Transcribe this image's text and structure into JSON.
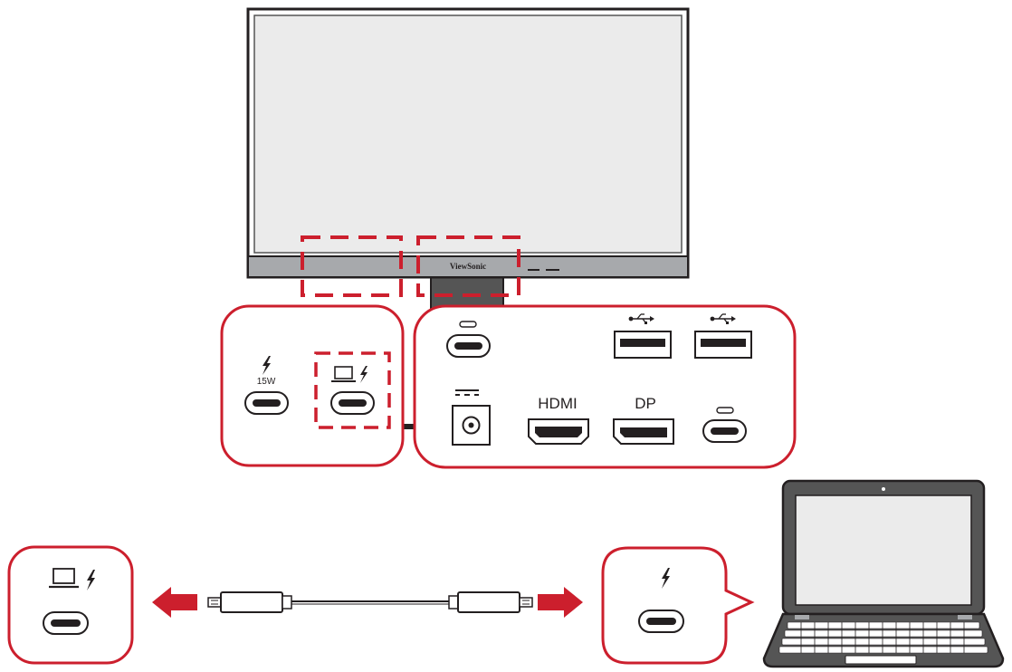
{
  "monitor": {
    "brand": "ViewSonic"
  },
  "left_panel": {
    "power_label": "15W"
  },
  "right_panel": {
    "hdmi_label": "HDMI",
    "dp_label": "DP"
  },
  "icons": [
    "bolt-icon",
    "laptop-icon",
    "usb-c-icon",
    "usb-a-icon",
    "dc-power-icon",
    "hdmi-port-icon",
    "displayport-icon",
    "arrow-icon"
  ],
  "colors": {
    "highlight": "#cc1f2d",
    "outline": "#231f20",
    "screen": "#ebebeb",
    "bezel": "#a7a9ac",
    "stand": "#555555"
  }
}
